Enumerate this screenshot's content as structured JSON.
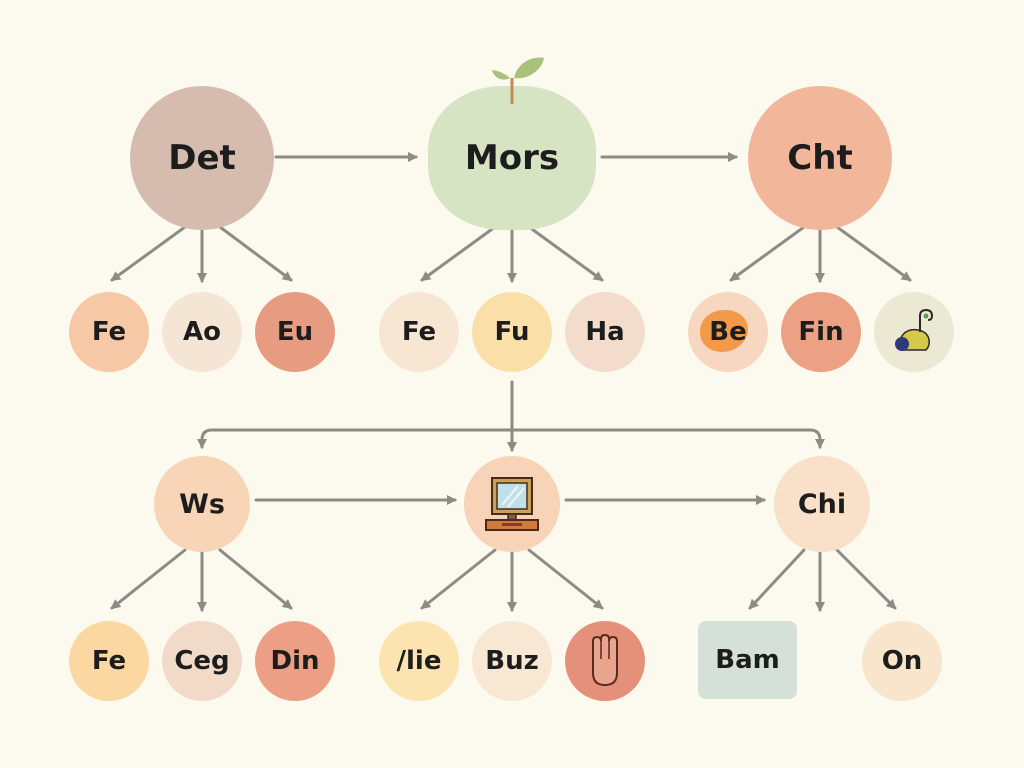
{
  "colors": {
    "background": "#fcfaee",
    "arrow": "#8f8a85"
  },
  "nodes": {
    "det": {
      "label": "Det",
      "color": "#d5bcaf"
    },
    "mors": {
      "label": "Mors",
      "color": "#d6e4c4"
    },
    "cht": {
      "label": "Cht",
      "color": "#f2b69a"
    },
    "det_fe": {
      "label": "Fe",
      "color": "#f7c8a6"
    },
    "det_ao": {
      "label": "Ao",
      "color": "#f5e5d4"
    },
    "det_eu": {
      "label": "Eu",
      "color": "#e79b81"
    },
    "mors_fe": {
      "label": "Fe",
      "color": "#f7e6d2"
    },
    "mors_fu": {
      "label": "Fu",
      "color": "#fbdfa8"
    },
    "mors_ha": {
      "label": "Ha",
      "color": "#f4dccd"
    },
    "cht_be": {
      "label": "Be",
      "color": "#f7d7c0",
      "blob": "#f39a4a"
    },
    "cht_fin": {
      "label": "Fin",
      "color": "#eda184"
    },
    "cht_icon": {
      "icon": "snail-icon",
      "color": "#ebe9d3"
    },
    "ws": {
      "label": "Ws",
      "color": "#f8d5b6"
    },
    "computer": {
      "icon": "computer-monitor-icon",
      "color": "#f7d3b8"
    },
    "chi": {
      "label": "Chi",
      "color": "#f8e0c9"
    },
    "ws_fe": {
      "label": "Fe",
      "color": "#fbd7a2"
    },
    "ws_ceg": {
      "label": "Ceg",
      "color": "#f1dac8"
    },
    "ws_din": {
      "label": "Din",
      "color": "#ec9f84"
    },
    "comp_lie": {
      "label": "/lie",
      "color": "#fbe4b0"
    },
    "comp_buz": {
      "label": "Buz",
      "color": "#f7e7d3"
    },
    "comp_hand": {
      "icon": "hand-icon",
      "color": "#e5907a"
    },
    "chi_bam": {
      "label": "Bam",
      "color": "#d5e0d8"
    },
    "chi_on": {
      "label": "On",
      "color": "#f8e5cc"
    }
  }
}
